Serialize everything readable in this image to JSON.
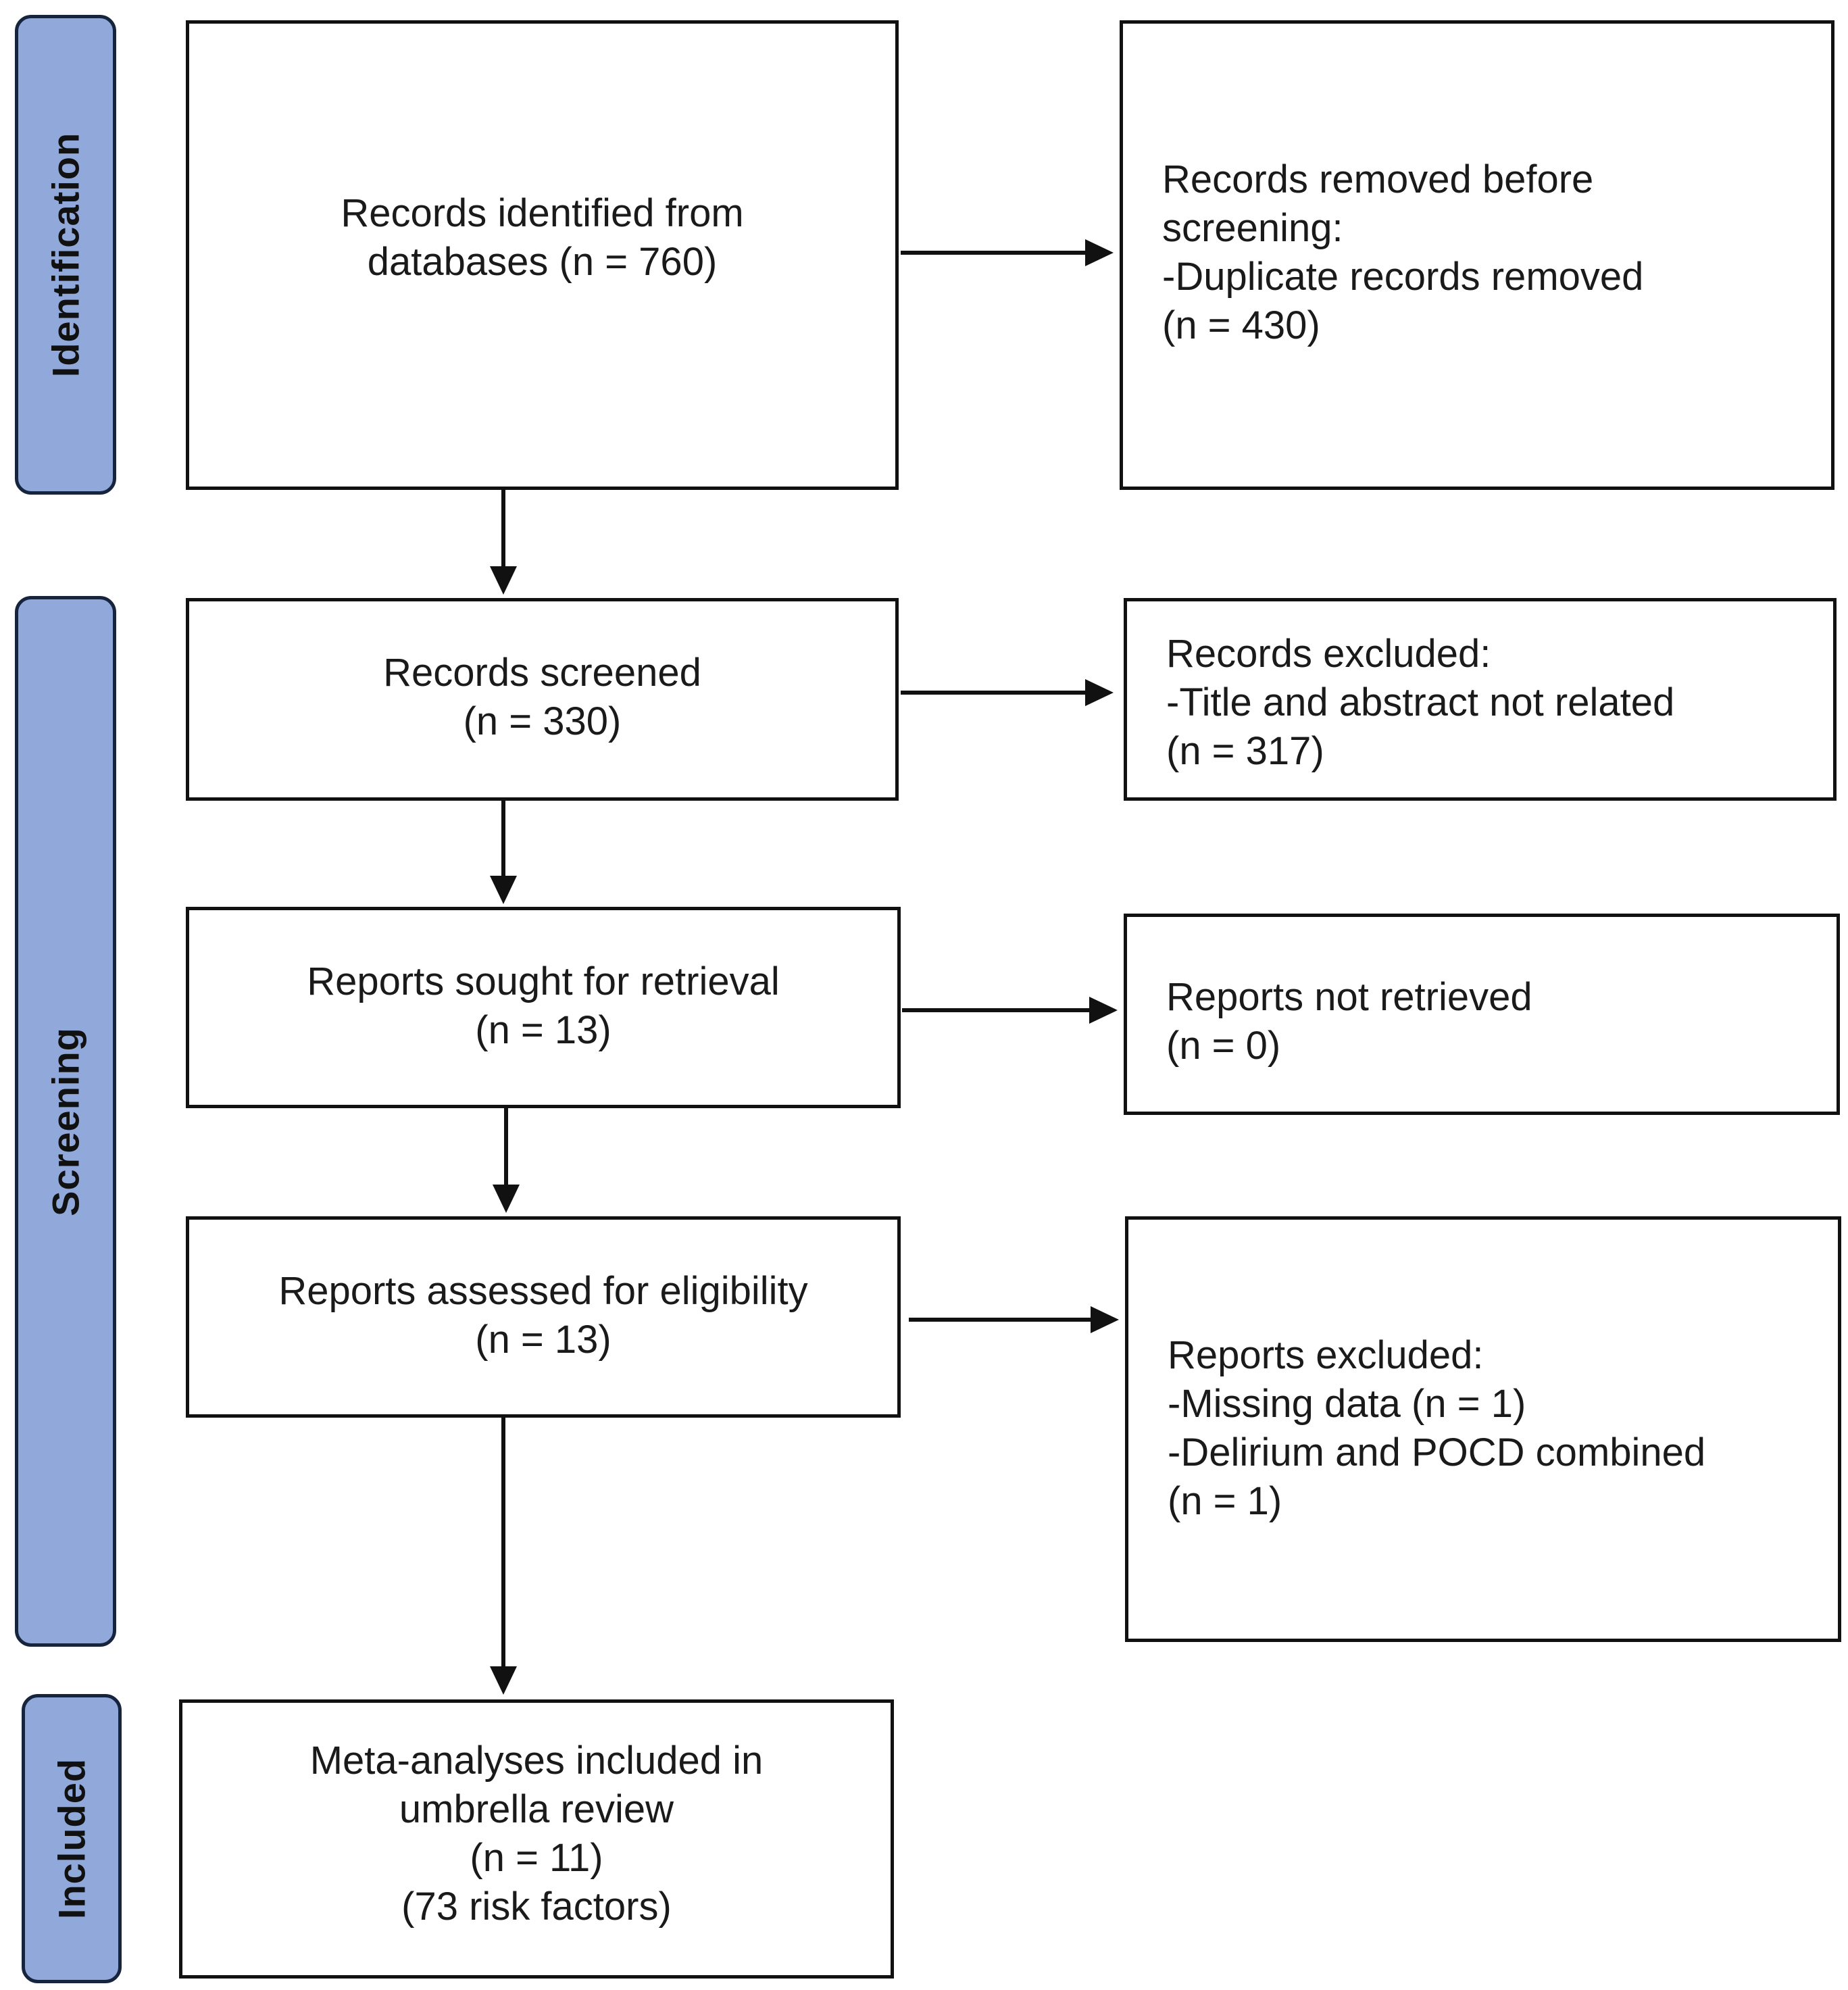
{
  "phases": {
    "identification": "Identification",
    "screening": "Screening",
    "included": "Included"
  },
  "boxes": {
    "records_identified": {
      "line1": "Records identified from",
      "line2": "databases (n = 760)"
    },
    "records_removed": {
      "line1": "Records removed before",
      "line2": "screening:",
      "line3": "-Duplicate records removed",
      "line4": "(n = 430)"
    },
    "records_screened": {
      "line1": "Records screened",
      "line2": "(n = 330)"
    },
    "records_excluded": {
      "line1": "Records excluded:",
      "line2": "-Title and abstract not related",
      "line3": "(n = 317)"
    },
    "reports_sought": {
      "line1": "Reports sought for retrieval",
      "line2": "(n = 13)"
    },
    "reports_not_retrieved": {
      "line1": "Reports not retrieved",
      "line2": "(n = 0)"
    },
    "reports_assessed": {
      "line1": "Reports assessed for eligibility",
      "line2": "(n = 13)"
    },
    "reports_excluded": {
      "line1": "Reports excluded:",
      "line2": "-Missing data (n = 1)",
      "line3": "-Delirium and POCD combined",
      "line4": "(n = 1)"
    },
    "included": {
      "line1": "Meta-analyses included in",
      "line2": "umbrella review",
      "line3": "(n = 11)",
      "line4": "(73 risk factors)"
    }
  },
  "colors": {
    "phase_fill": "#91a9da",
    "phase_border": "#17243d",
    "box_border": "#111111"
  }
}
